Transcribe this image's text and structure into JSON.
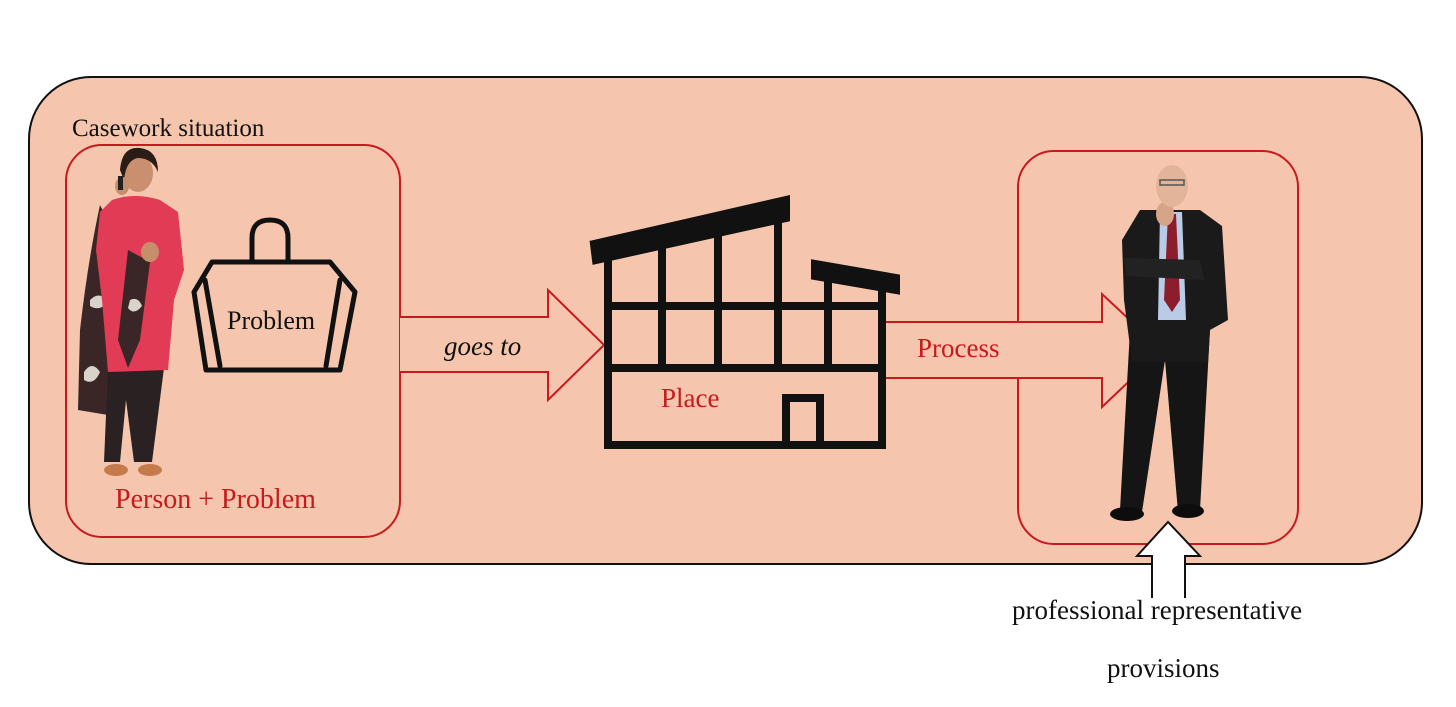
{
  "diagram": {
    "container_label": "Casework situation",
    "person_box_label": "Person + Problem",
    "bag_label": "Problem",
    "arrow_goes_to_label": "goes to",
    "building_label": "Place",
    "arrow_process_label": "Process",
    "bottom_label_line1": "professional representative",
    "bottom_label_line2": "provisions"
  },
  "colors": {
    "background_panel": "#f5c6ad",
    "accent_red": "#c8191e",
    "outline_black": "#111111"
  },
  "icons": {
    "person_left": "woman-on-phone-figure",
    "bag": "handbag-icon",
    "building": "building-icon",
    "person_right": "man-in-suit-figure"
  }
}
